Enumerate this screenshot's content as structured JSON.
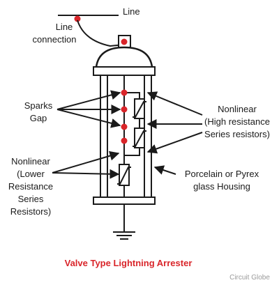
{
  "labels": {
    "line": "Line",
    "line_connection_1": "Line",
    "line_connection_2": "connection",
    "sparks_gap_1": "Sparks",
    "sparks_gap_2": "Gap",
    "nonlinear_high_1": "Nonlinear",
    "nonlinear_high_2": "(High resistance",
    "nonlinear_high_3": "Series resistors)",
    "nonlinear_lower_1": "Nonlinear",
    "nonlinear_lower_2": "(Lower",
    "nonlinear_lower_3": "Resistance",
    "nonlinear_lower_4": "Series",
    "nonlinear_lower_5": "Resistors)",
    "housing_1": "Porcelain or Pyrex",
    "housing_2": "glass Housing"
  },
  "title": "Valve Type Lightning Arrester",
  "credit": "Circuit Globe",
  "colors": {
    "accent_red": "#d9252a",
    "line": "#1a1a1a",
    "credit_gray": "#9a9a9a"
  }
}
